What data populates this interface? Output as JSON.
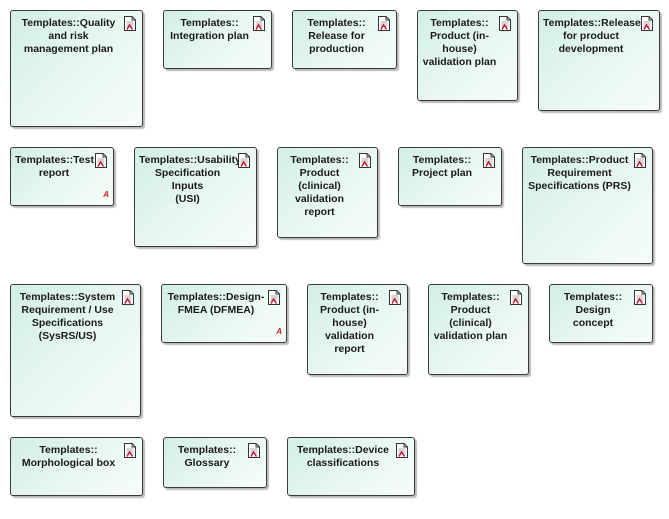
{
  "diagram": {
    "nodes": [
      {
        "id": "quality-risk-plan",
        "label": "Templates::Quality and risk management plan",
        "warning": false
      },
      {
        "id": "integration-plan",
        "label": "Templates::\nIntegration plan",
        "warning": false
      },
      {
        "id": "release-production",
        "label": "Templates::\nRelease for\nproduction",
        "warning": false
      },
      {
        "id": "inhouse-validation-plan",
        "label": "Templates::\nProduct (in-\nhouse)\nvalidation plan",
        "warning": false
      },
      {
        "id": "release-development",
        "label": "Templates::Release\nfor product\ndevelopment",
        "warning": false
      },
      {
        "id": "test-report",
        "label": "Templates::Test\nreport",
        "warning": true
      },
      {
        "id": "usability-spec",
        "label": "Templates::Usability\nSpecification Inputs\n(USI)",
        "warning": false
      },
      {
        "id": "clinical-validation-report",
        "label": "Templates::\nProduct\n(clinical)\nvalidation\nreport",
        "warning": false
      },
      {
        "id": "project-plan",
        "label": "Templates::\nProject plan",
        "warning": false
      },
      {
        "id": "prs",
        "label": "Templates::Product\nRequirement\nSpecifications (PRS)",
        "warning": false
      },
      {
        "id": "sysrs",
        "label": "Templates::System\nRequirement / Use\nSpecifications\n(SysRS/US)",
        "warning": false
      },
      {
        "id": "dfmea",
        "label": "Templates::Design-\nFMEA (DFMEA)",
        "warning": true
      },
      {
        "id": "inhouse-validation-report",
        "label": "Templates::\nProduct (in-\nhouse)\nvalidation\nreport",
        "warning": false
      },
      {
        "id": "clinical-validation-plan",
        "label": "Templates::\nProduct\n(clinical)\nvalidation plan",
        "warning": false
      },
      {
        "id": "design-concept",
        "label": "Templates::\nDesign concept",
        "warning": false
      },
      {
        "id": "morphological-box",
        "label": "Templates::\nMorphological box",
        "warning": false
      },
      {
        "id": "glossary",
        "label": "Templates::\nGlossary",
        "warning": false
      },
      {
        "id": "device-classifications",
        "label": "Templates::Device\nclassifications",
        "warning": false
      }
    ],
    "warning_symbol": "A",
    "colors": {
      "node_fill_start": "#d2efe3",
      "node_fill_end": "#f6fcf9",
      "node_border": "#3a3a3a",
      "warning": "#d42020"
    }
  }
}
